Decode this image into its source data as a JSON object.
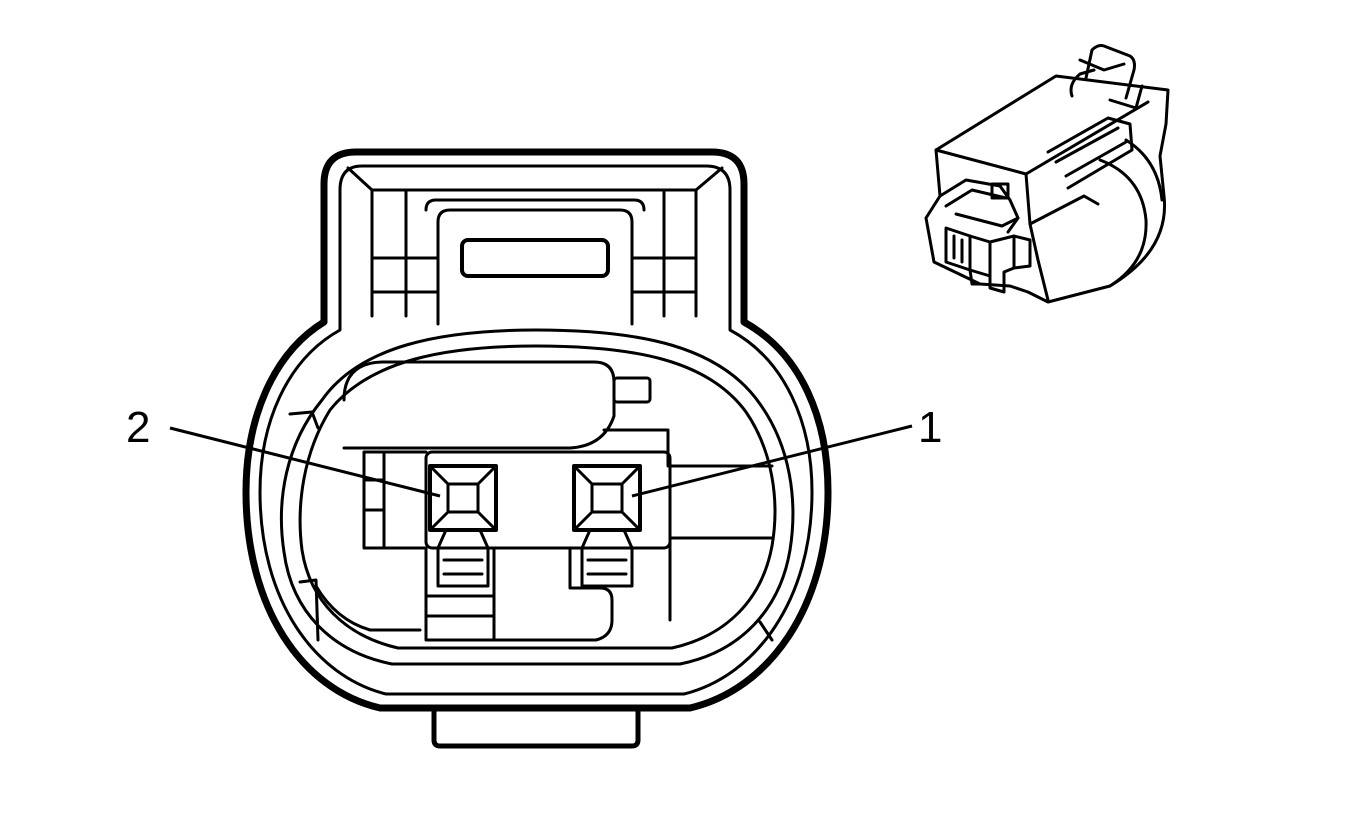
{
  "diagram": {
    "pins": [
      {
        "number": "1",
        "label": "1"
      },
      {
        "number": "2",
        "label": "2"
      }
    ]
  },
  "colors": {
    "line": "#000000",
    "fill": "#ffffff"
  }
}
